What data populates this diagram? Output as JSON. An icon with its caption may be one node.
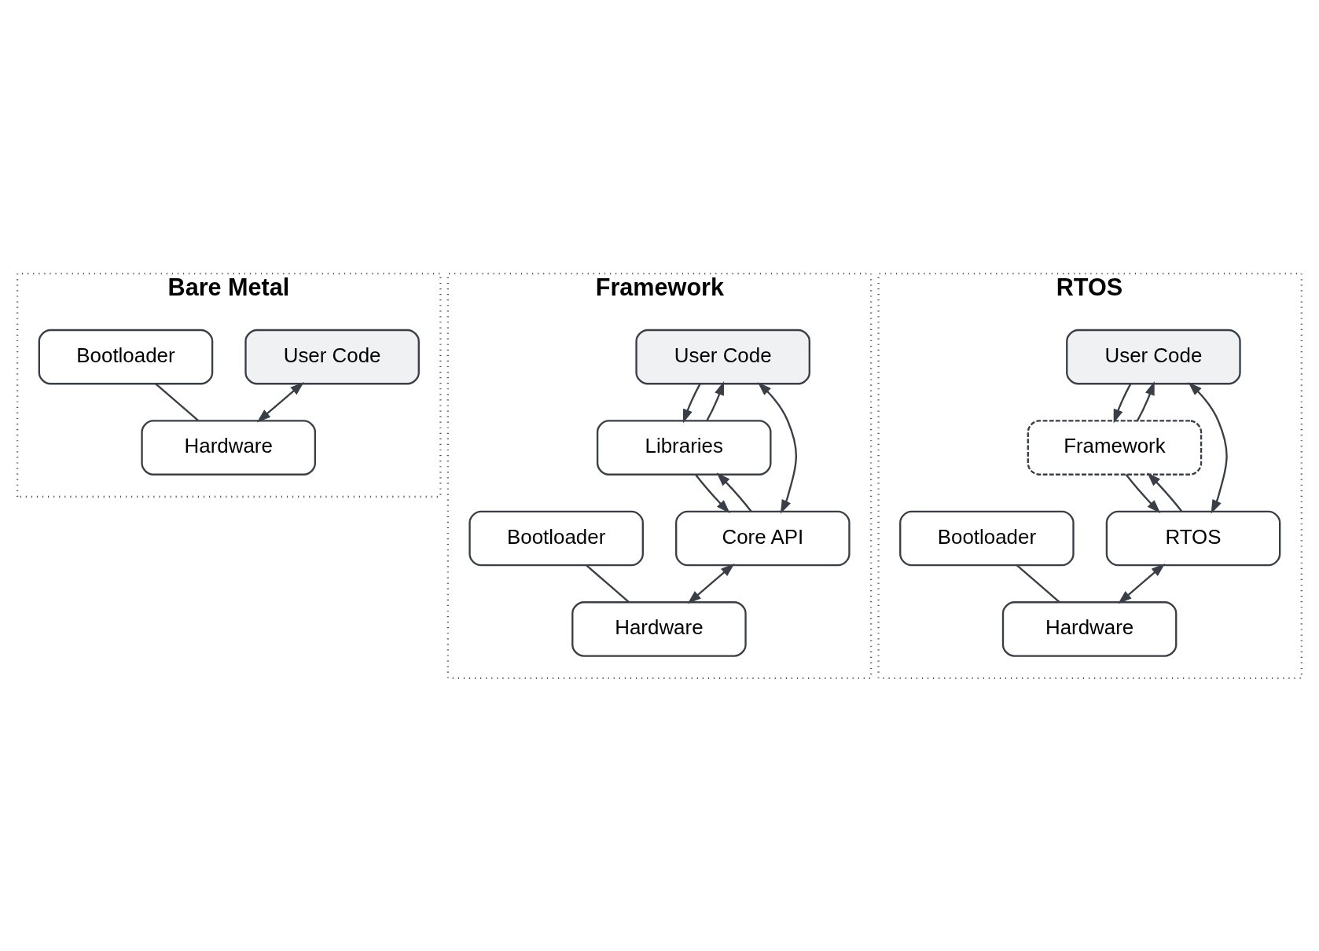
{
  "diagram": {
    "nodes": [
      {
        "text": [
          "Bare Metal"
        ]
      },
      {
        "text": [
          "User Code"
        ],
        "in": 0
      },
      {
        "text": [
          "Bootloader"
        ],
        "in": 0
      },
      {
        "text": [
          "Hardware"
        ],
        "in": 0
      },
      {
        "text": [
          "Framework"
        ]
      },
      {
        "text": [
          "User Code"
        ],
        "in": 4
      },
      {
        "text": [
          "Libraries"
        ],
        "in": 4
      },
      {
        "text": [
          "Core API"
        ],
        "in": 4
      },
      {
        "text": [
          "Bootloader"
        ],
        "in": 4
      },
      {
        "text": [
          "Hardware"
        ],
        "in": 4
      },
      {
        "text": [
          "RTOS"
        ]
      },
      {
        "text": [
          "User Code"
        ],
        "in": 10
      },
      {
        "text": [
          "Framework"
        ],
        "in": 10
      },
      {
        "text": [
          "RTOS"
        ],
        "in": 10
      },
      {
        "text": [
          "Bootloader"
        ],
        "in": 10
      },
      {
        "text": [
          "Hardware"
        ],
        "in": 10
      }
    ],
    "edges": [
      {
        "from": 1,
        "to": 3,
        "arrow": "both"
      },
      {
        "from": 2,
        "to": 3,
        "arrow": "none"
      },
      {
        "from": 5,
        "to": 7,
        "arrow": "both"
      },
      {
        "from": 6,
        "to": 5,
        "arrow": "to"
      },
      {
        "from": 5,
        "to": 6,
        "arrow": "to"
      },
      {
        "from": 7,
        "to": 6,
        "arrow": "to"
      },
      {
        "from": 6,
        "to": 7,
        "arrow": "to"
      },
      {
        "from": 7,
        "to": 9,
        "arrow": "both"
      },
      {
        "from": 8,
        "to": 9,
        "arrow": "none"
      },
      {
        "from": 11,
        "to": 13,
        "arrow": "both"
      },
      {
        "from": 12,
        "to": 11,
        "arrow": "to"
      },
      {
        "from": 11,
        "to": 12,
        "arrow": "to"
      },
      {
        "from": 13,
        "to": 12,
        "arrow": "to"
      },
      {
        "from": 12,
        "to": 13,
        "arrow": "to"
      },
      {
        "from": 13,
        "to": 15,
        "arrow": "both"
      },
      {
        "from": 14,
        "to": 15,
        "arrow": "none"
      }
    ]
  }
}
